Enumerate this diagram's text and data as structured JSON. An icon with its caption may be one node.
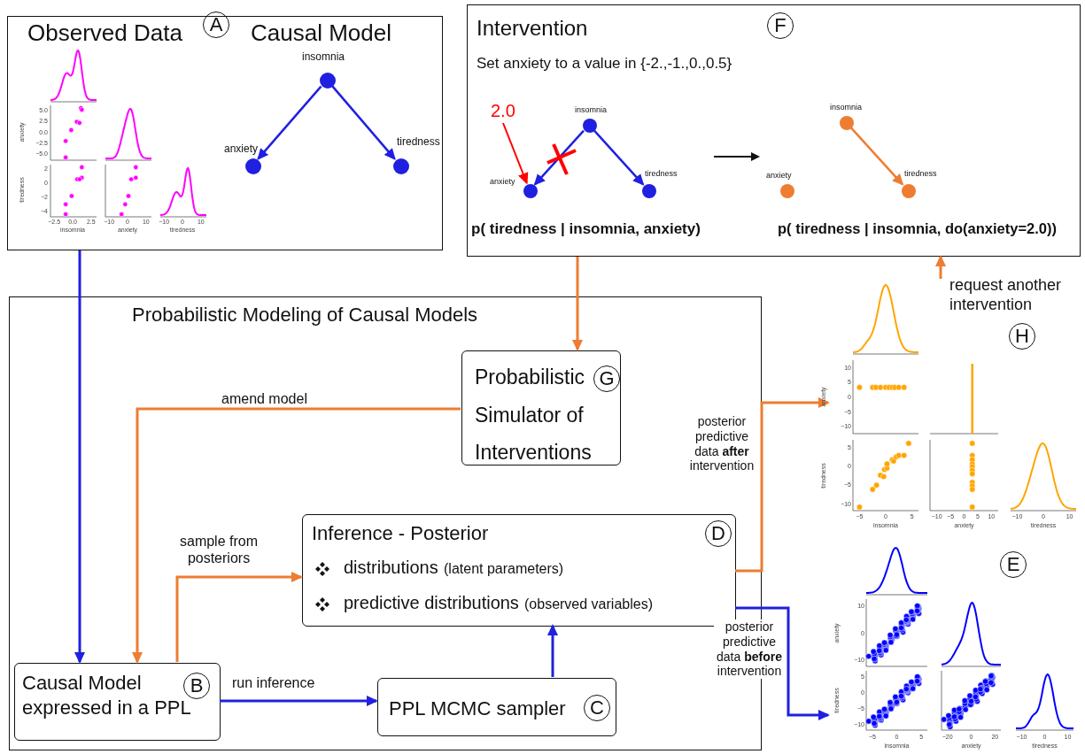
{
  "diagram": {
    "nodes": [
      {
        "text": [
          "Observed Data",
          "Causal Model"
        ]
      },
      {
        "text": [],
        "shape": "picture",
        "in": 0
      },
      {
        "text": [
          "insomnia"
        ],
        "in": 0
      },
      {
        "text": [
          "anxiety"
        ],
        "in": 0
      },
      {
        "text": [
          "tiredness"
        ],
        "in": 0
      },
      {
        "text": [
          "Intervention",
          "Set anxiety to a value in {-2.,-1.,0.,0.5}",
          "p( tiredness | insomnia, anxiety)",
          "p( tiredness | insomnia, do(anxiety=2.0))"
        ]
      },
      {
        "text": [
          "2.0"
        ],
        "in": 5
      },
      {
        "text": [
          "insomnia"
        ],
        "in": 5
      },
      {
        "text": [
          "anxiety"
        ],
        "in": 5
      },
      {
        "text": [
          "tiredness"
        ],
        "in": 5
      },
      {
        "text": [
          "insomnia"
        ],
        "in": 5
      },
      {
        "text": [
          "anxiety"
        ],
        "in": 5
      },
      {
        "text": [
          "tiredness"
        ],
        "in": 5
      },
      {
        "text": [
          "Probabilistic Modeling of Causal Models"
        ]
      },
      {
        "text": [
          "Probabilistic Simulator of Interventions",
          "G"
        ],
        "in": 13
      },
      {
        "text": [
          "Inference - Posterior",
          "distributions",
          "(latent parameters)",
          "predictive distributions",
          "(observed variables)",
          "D"
        ],
        "in": 13
      },
      {
        "text": [
          "Causal Model expressed in a PPL",
          "B"
        ],
        "in": 13
      },
      {
        "text": [
          "PPL MCMC sampler",
          "C"
        ],
        "in": 13
      },
      {
        "text": [
          "H"
        ]
      },
      {
        "text": [
          "E"
        ]
      },
      {
        "text": [
          "A"
        ],
        "in": 0
      },
      {
        "text": [
          "F"
        ],
        "in": 5
      }
    ],
    "edges": [
      {
        "from": 0,
        "to": 16,
        "arrow": "to"
      },
      {
        "from": 2,
        "to": 3,
        "arrow": "to"
      },
      {
        "from": 2,
        "to": 4,
        "arrow": "to"
      },
      {
        "from": 6,
        "to": 8,
        "arrow": "to",
        "color": "#ff0000"
      },
      {
        "from": 7,
        "to": 8,
        "arrow": "to"
      },
      {
        "from": 7,
        "to": 9,
        "arrow": "to"
      },
      {
        "from": 10,
        "to": 12,
        "arrow": "to",
        "color": "#ed7d31"
      },
      {
        "from": 5,
        "to": 14,
        "arrow": "to",
        "color": "#ed7d31"
      },
      {
        "from": 14,
        "to": 16,
        "arrow": "to",
        "label": "amend model",
        "color": "#ed7d31"
      },
      {
        "from": 16,
        "to": 15,
        "arrow": "to",
        "label": "sample from posteriors",
        "color": "#ed7d31"
      },
      {
        "from": 16,
        "to": 17,
        "arrow": "to",
        "label": "run inference"
      },
      {
        "from": 17,
        "to": 15,
        "arrow": "to"
      },
      {
        "from": 15,
        "to": 18,
        "arrow": "to",
        "label": "posterior predictive data **after** intervention",
        "color": "#ed7d31"
      },
      {
        "from": 15,
        "to": 19,
        "arrow": "to",
        "label": "posterior predictive data **before** intervention"
      },
      {
        "from": 18,
        "to": 5,
        "arrow": "to",
        "label": "request another intervention",
        "color": "#ed7d31"
      }
    ],
    "labels": [
      "5.0",
      "2.5",
      "0.0",
      "−2.5",
      "−5.0",
      "anxiety",
      "2",
      "0",
      "−2",
      "−4",
      "tiredness",
      "−2.5",
      "0.0",
      "2.5",
      "insomnia",
      "−10",
      "0",
      "10",
      "anxiety",
      "−10",
      "0",
      "10",
      "tiredness",
      "10",
      "5",
      "0",
      "−5",
      "−10",
      "anxiety",
      "5",
      "0",
      "−5",
      "−10",
      "tiredness",
      "−5",
      "0",
      "5",
      "insomnia",
      "−10",
      "−5",
      "0",
      "5",
      "10",
      "anxiety",
      "−10",
      "0",
      "10",
      "tiredness",
      "10",
      "0",
      "−10",
      "anxiety",
      "5",
      "0",
      "−5",
      "−10",
      "tiredness",
      "−5",
      "0",
      "5",
      "insomnia",
      "−20",
      "0",
      "20",
      "anxiety",
      "−10",
      "0",
      "10",
      "tiredness"
    ]
  }
}
